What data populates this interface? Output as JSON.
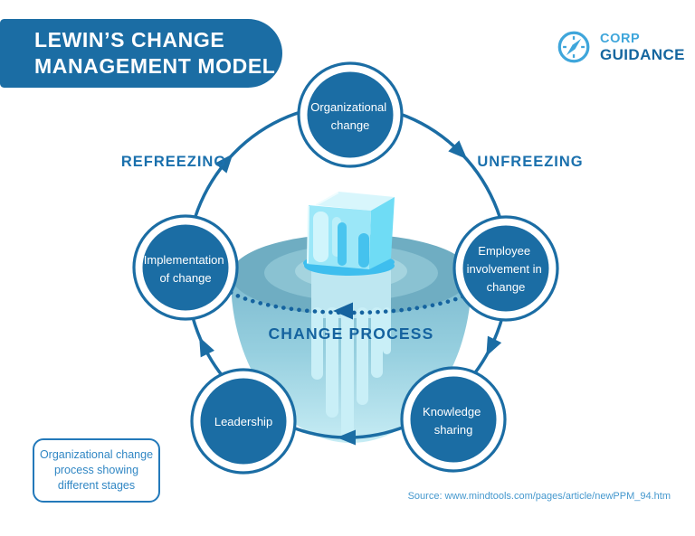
{
  "title": {
    "line1": "LEWIN’S CHANGE",
    "line2": "MANAGEMENT MODEL"
  },
  "logo": {
    "name": "CORP",
    "name2": "GUIDANCE",
    "icon": "compass-icon"
  },
  "diagram": {
    "type": "cycle-diagram",
    "flow_direction": "clockwise",
    "center_illustration": "melting-ice-cube-in-water",
    "stage_labels": {
      "refreezing": "REFREEZING",
      "unfreezing": "UNFREEZING",
      "center": "CHANGE PROCESS"
    },
    "nodes": [
      {
        "id": "organizational-change",
        "lines": [
          "Organizational",
          "change"
        ]
      },
      {
        "id": "employee-involvement-in-change",
        "lines": [
          "Employee",
          "involvement in",
          "change"
        ]
      },
      {
        "id": "knowledge-sharing",
        "lines": [
          "Knowledge",
          "sharing"
        ]
      },
      {
        "id": "leadership",
        "lines": [
          "Leadership"
        ]
      },
      {
        "id": "implementation-of-change",
        "lines": [
          "Implementation",
          "of change"
        ]
      }
    ]
  },
  "caption": {
    "lines": [
      "Organizational change",
      "process showing",
      "different stages"
    ]
  },
  "source": "Source: www.mindtools.com/pages/article/newPPM_94.htm",
  "colors": {
    "primary_blue": "#1B6DA4",
    "accent_light_blue": "#3FA6DB",
    "stage_label_blue": "#1A70AD",
    "caption_blue": "#3187C4",
    "source_blue": "#4598CE",
    "water_surface_teal": "#6FADC2",
    "bowl_blue": "#9ED7E8",
    "ice_cyan": "#9BE7F8",
    "puddle_blue": "#3EBEEE"
  }
}
